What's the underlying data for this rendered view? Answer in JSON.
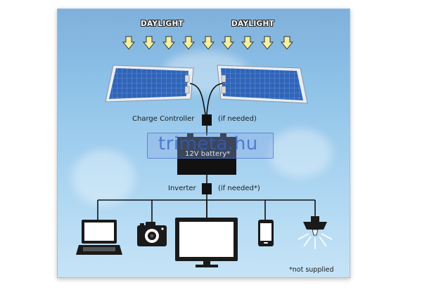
{
  "sky_labels": {
    "left": "DAYLIGHT",
    "right": "DAYLIGHT"
  },
  "controller": {
    "name": "Charge Controller",
    "note": "(if needed)"
  },
  "battery": {
    "label": "12V battery*"
  },
  "inverter": {
    "name": "Inverter",
    "note": "(if needed*)"
  },
  "footnote": "*not supplied",
  "watermark": "trimeta.hu",
  "devices": [
    "laptop-icon",
    "camera-icon",
    "tv-icon",
    "phone-icon",
    "lamp-icon"
  ],
  "colors": {
    "sky_top": "#7fb0db",
    "sky_bottom": "#c6e3f6",
    "arrow": "#f3f0a0",
    "box": "#111111",
    "solar_cell": "#2f64b8"
  }
}
